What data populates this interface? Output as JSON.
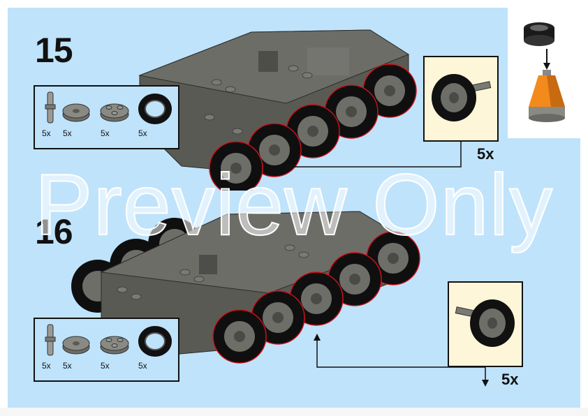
{
  "steps": [
    {
      "number": "15",
      "parts": [
        {
          "icon": "pin-icon",
          "qty": "5x"
        },
        {
          "icon": "round-plate-icon",
          "qty": "5x"
        },
        {
          "icon": "round-plate-studded-icon",
          "qty": "5x"
        },
        {
          "icon": "tire-icon",
          "qty": "5x"
        }
      ],
      "callout_multiplier": "5x"
    },
    {
      "number": "16",
      "parts": [
        {
          "icon": "pin-icon",
          "qty": "5x"
        },
        {
          "icon": "round-plate-icon",
          "qty": "5x"
        },
        {
          "icon": "round-plate-studded-icon",
          "qty": "5x"
        },
        {
          "icon": "tire-icon",
          "qty": "5x"
        }
      ],
      "callout_multiplier": "5x"
    }
  ],
  "watermark": "Preview Only",
  "colors": {
    "background_panel": "#bfe3fb",
    "callout_fill": "#fdf6d8",
    "brick_gray": "#5a5a55",
    "tire_black": "#111111",
    "highlight_red": "#d0101a",
    "cone_orange": "#f28a1c"
  }
}
